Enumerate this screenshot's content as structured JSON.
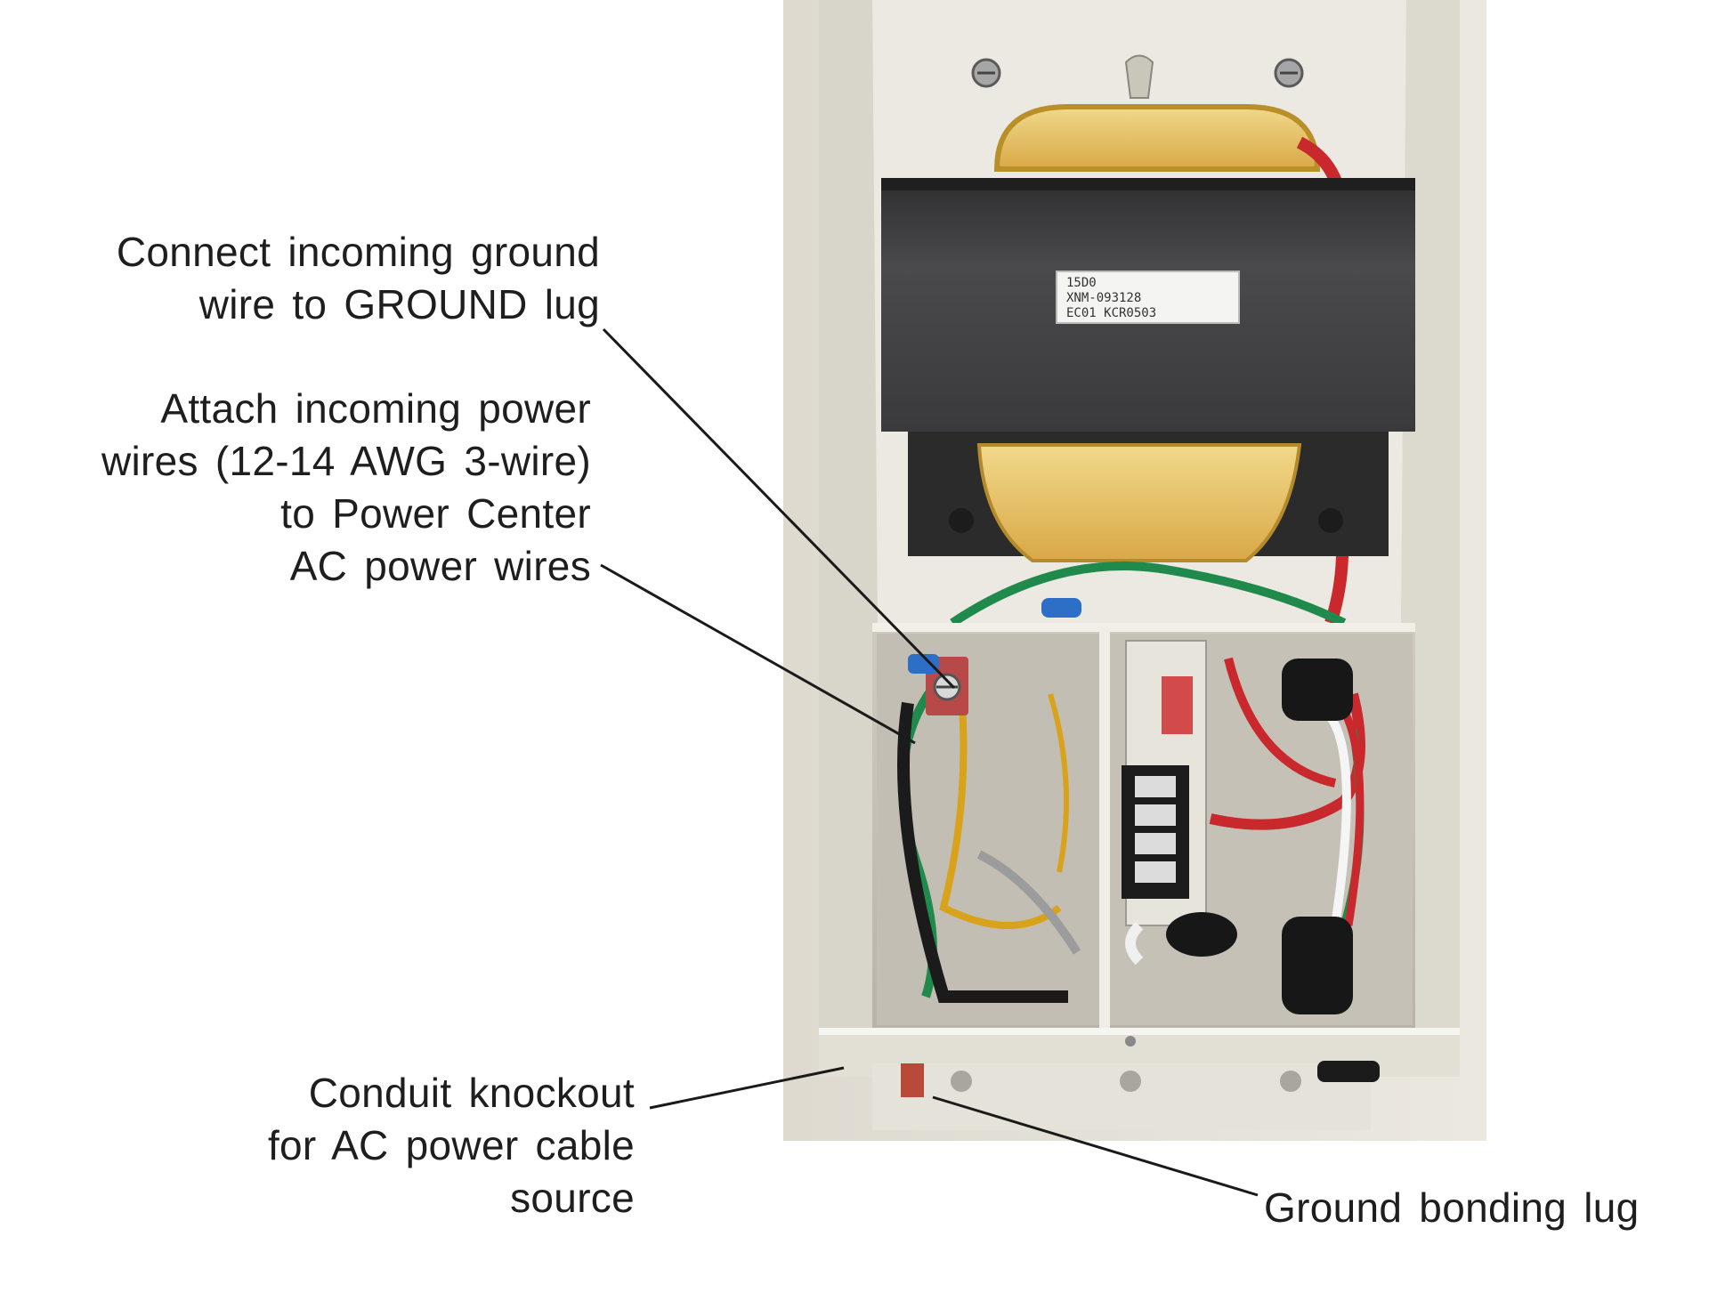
{
  "callouts": {
    "ground_wire": {
      "lines": [
        "Connect incoming ground",
        "wire to GROUND lug"
      ]
    },
    "power_wires": {
      "lines": [
        "Attach incoming power",
        "wires (12-14 AWG 3-wire)",
        "to  Power Center",
        "AC power wires"
      ]
    },
    "conduit": {
      "lines": [
        "Conduit knockout",
        "for AC power cable",
        "source"
      ]
    },
    "bonding_lug": {
      "lines": [
        "Ground bonding lug"
      ]
    }
  },
  "transformer_label": {
    "lines": [
      "15D0",
      "XNM-093128",
      "EC01  KCR0503"
    ]
  },
  "colors": {
    "enclosure": "#e9e7dc",
    "transformer_core": "#3f3f41",
    "coil": "#e6c06a",
    "wire_green": "#1f8a4c",
    "wire_red": "#c9282d",
    "wire_yellow": "#d9a21b",
    "lead_line": "#1a1a1a"
  },
  "icons": [
    "mounting-screw-icon",
    "terminal-block-icon",
    "ground-lug-icon"
  ]
}
